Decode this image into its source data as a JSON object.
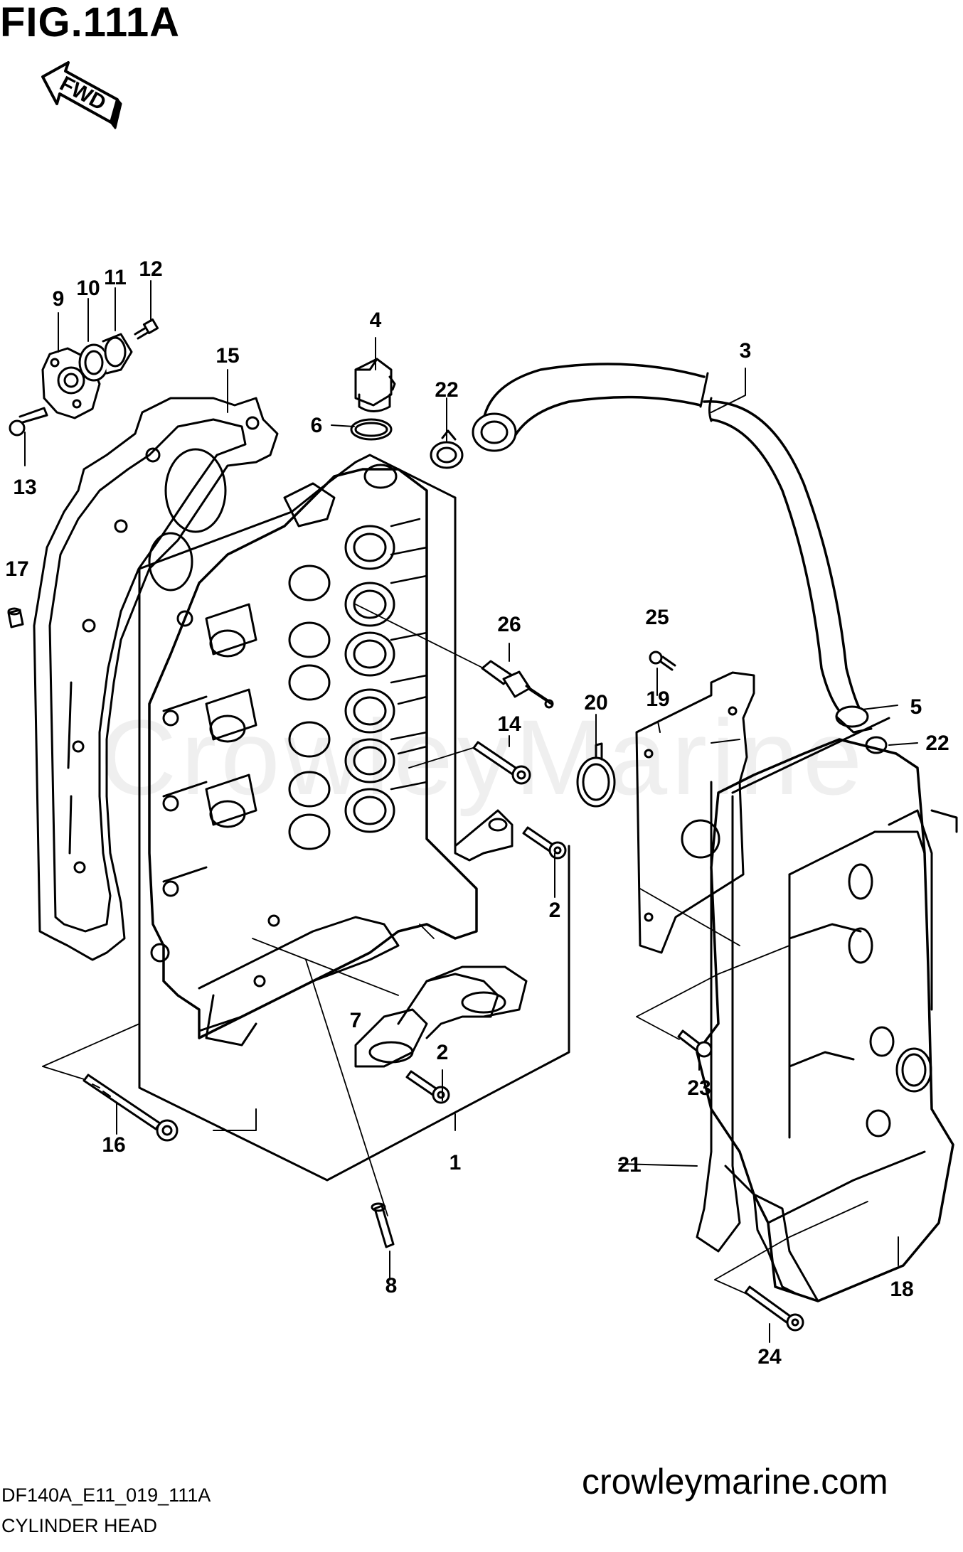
{
  "figure_title": "FIG.111A",
  "direction_label": "FWD",
  "watermark": "CrowleyMarine",
  "footer": {
    "code": "DF140A_E11_019_111A",
    "name": "CYLINDER HEAD",
    "site": "crowleymarine.com"
  },
  "callouts": [
    "1",
    "2",
    "2",
    "3",
    "4",
    "5",
    "6",
    "7",
    "8",
    "9",
    "10",
    "11",
    "12",
    "13",
    "14",
    "15",
    "16",
    "17",
    "18",
    "19",
    "20",
    "21",
    "22",
    "22",
    "23",
    "24",
    "25",
    "26"
  ]
}
